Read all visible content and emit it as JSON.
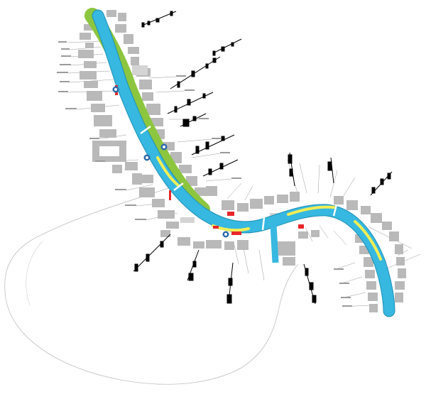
{
  "map": {
    "colors": {
      "water": "#36b8e0",
      "water_edge": "#1d8fb5",
      "park": "#8cc63f",
      "sand": "#f2ee55",
      "highlight": "#e8262a",
      "building": "#b9b9b9",
      "building_light": "#d4d4d4",
      "silhouette": "#000000",
      "leader": "#8a8a8a",
      "outline": "#bdbdbd",
      "marker": "#2c6aa8"
    },
    "markers": [
      {
        "name": "marker-a"
      },
      {
        "name": "marker-b"
      },
      {
        "name": "marker-c"
      },
      {
        "name": "marker-d"
      }
    ],
    "icons": [
      "marker-icon",
      "elevation-silhouette-icon"
    ]
  }
}
